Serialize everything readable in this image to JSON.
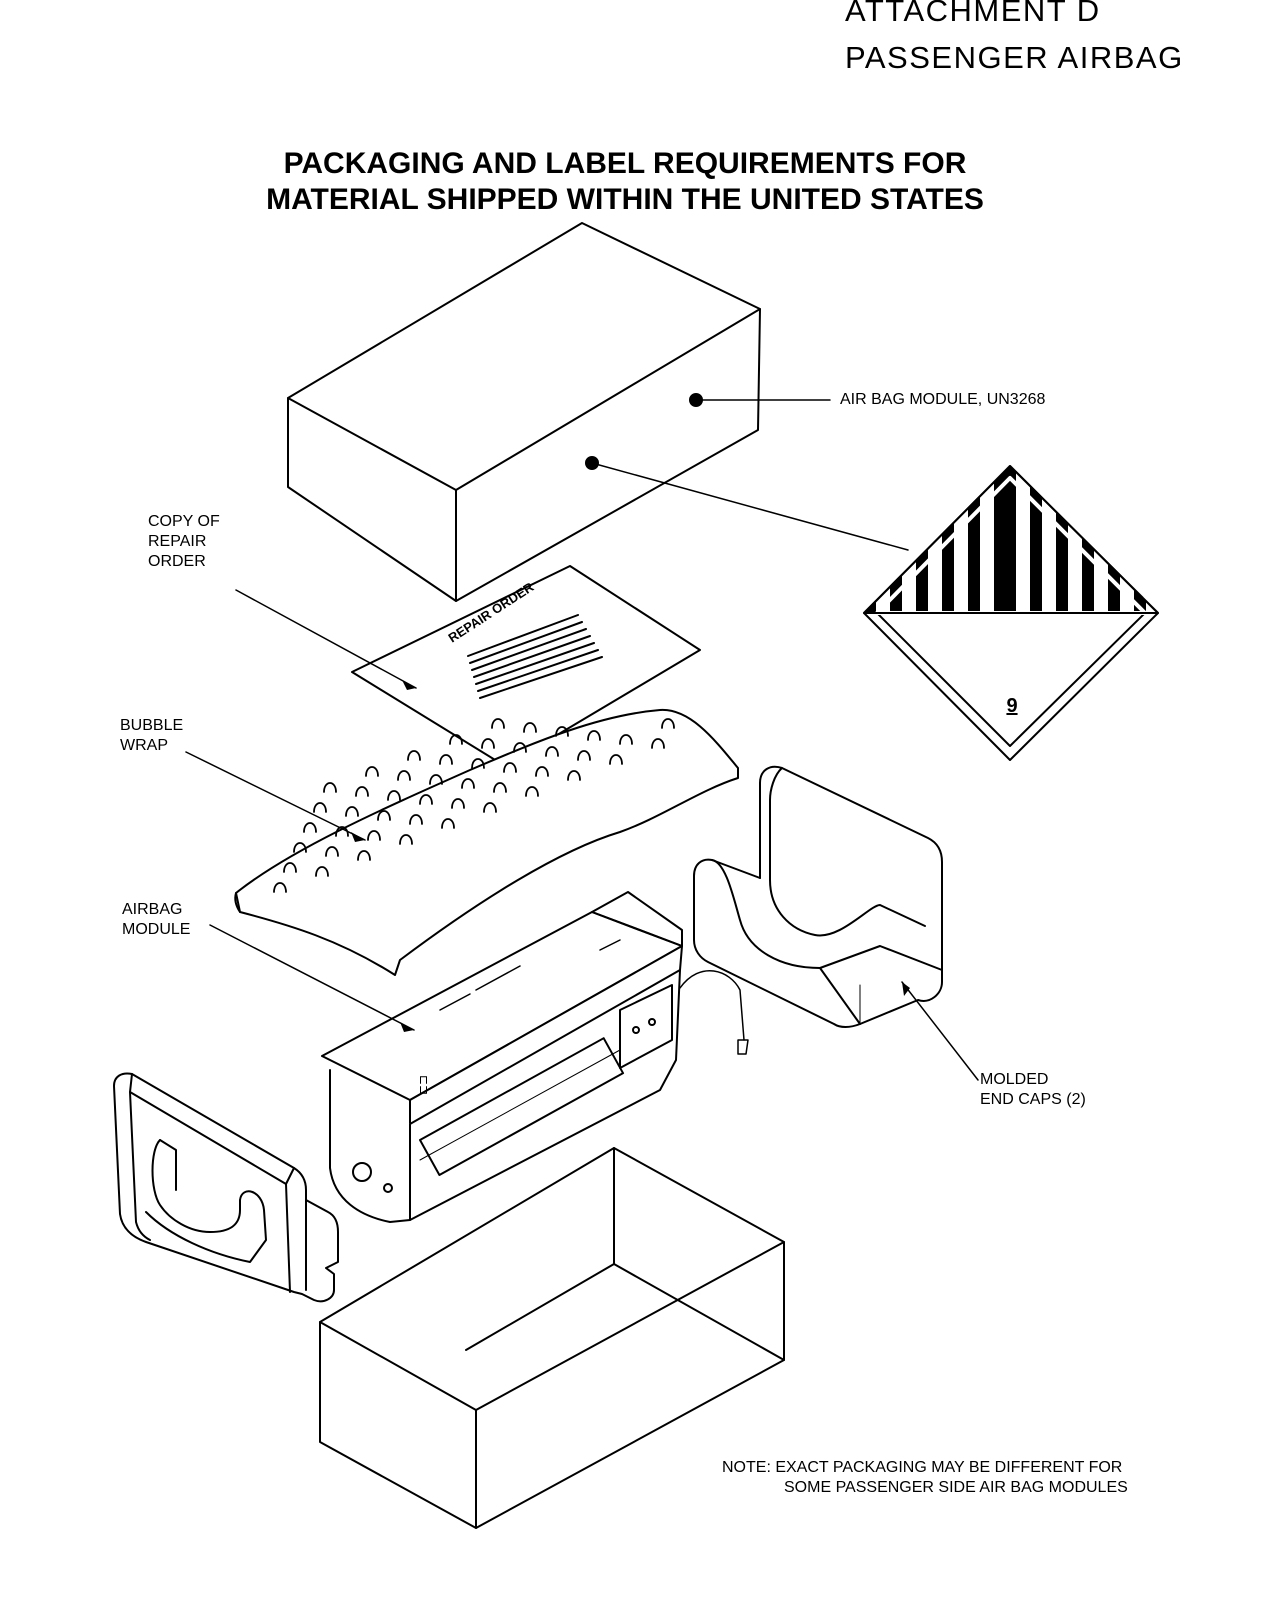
{
  "header": {
    "line1": "ATTACHMENT  D",
    "line2": "PASSENGER AIRBAG"
  },
  "title": {
    "line1": "PACKAGING AND LABEL REQUIREMENTS FOR",
    "line2": "MATERIAL SHIPPED WITHIN THE UNITED STATES"
  },
  "labels": {
    "airbag_module_un": "AIR BAG MODULE, UN3268",
    "copy_of_repair_order": [
      "COPY OF",
      "REPAIR",
      "ORDER"
    ],
    "bubble_wrap": [
      "BUBBLE",
      "WRAP"
    ],
    "airbag_module": [
      "AIRBAG",
      "MODULE"
    ],
    "molded_end_caps": [
      "MOLDED",
      "END CAPS (2)"
    ],
    "repair_order_sheet": "REPAIR ORDER",
    "hazard_class": "9"
  },
  "note": {
    "line1": "NOTE: EXACT PACKAGING MAY BE DIFFERENT FOR",
    "line2": "SOME PASSENGER SIDE AIR BAG MODULES"
  }
}
